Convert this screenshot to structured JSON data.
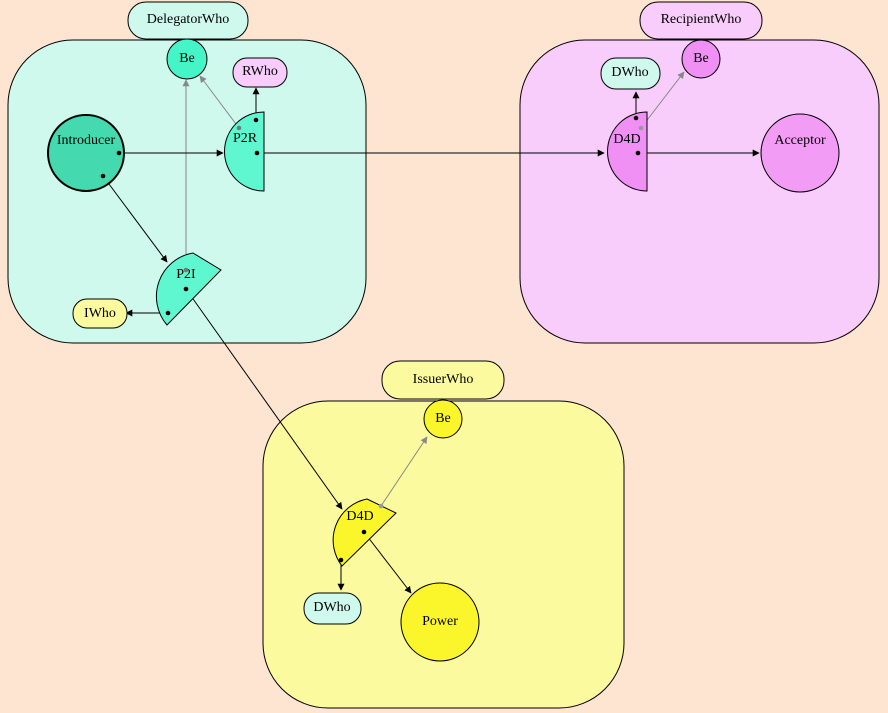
{
  "colors": {
    "background": "#fde5d2",
    "teal_light": "#cff9ec",
    "teal": "#45f5c8",
    "teal_mid": "#5ef7cf",
    "pink_light": "#f8ccfb",
    "pink": "#f29cf6",
    "pink_mid": "#f08ff4",
    "yellow_light": "#fbfa9e",
    "yellow": "#fbf52c",
    "yellow_pale": "#f9f59a"
  },
  "containers": {
    "delegator": {
      "title": "DelegatorWho"
    },
    "recipient": {
      "title": "RecipientWho"
    },
    "issuer": {
      "title": "IssuerWho"
    }
  },
  "nodes": {
    "delegator_be": "Be",
    "delegator_rwho": "RWho",
    "introducer": "Introducer",
    "p2r": "P2R",
    "p2i": "P2I",
    "iwho": "IWho",
    "recipient_dwho": "DWho",
    "recipient_be": "Be",
    "recipient_d4d": "D4D",
    "acceptor": "Acceptor",
    "issuer_be": "Be",
    "issuer_d4d": "D4D",
    "issuer_dwho": "DWho",
    "power": "Power"
  }
}
